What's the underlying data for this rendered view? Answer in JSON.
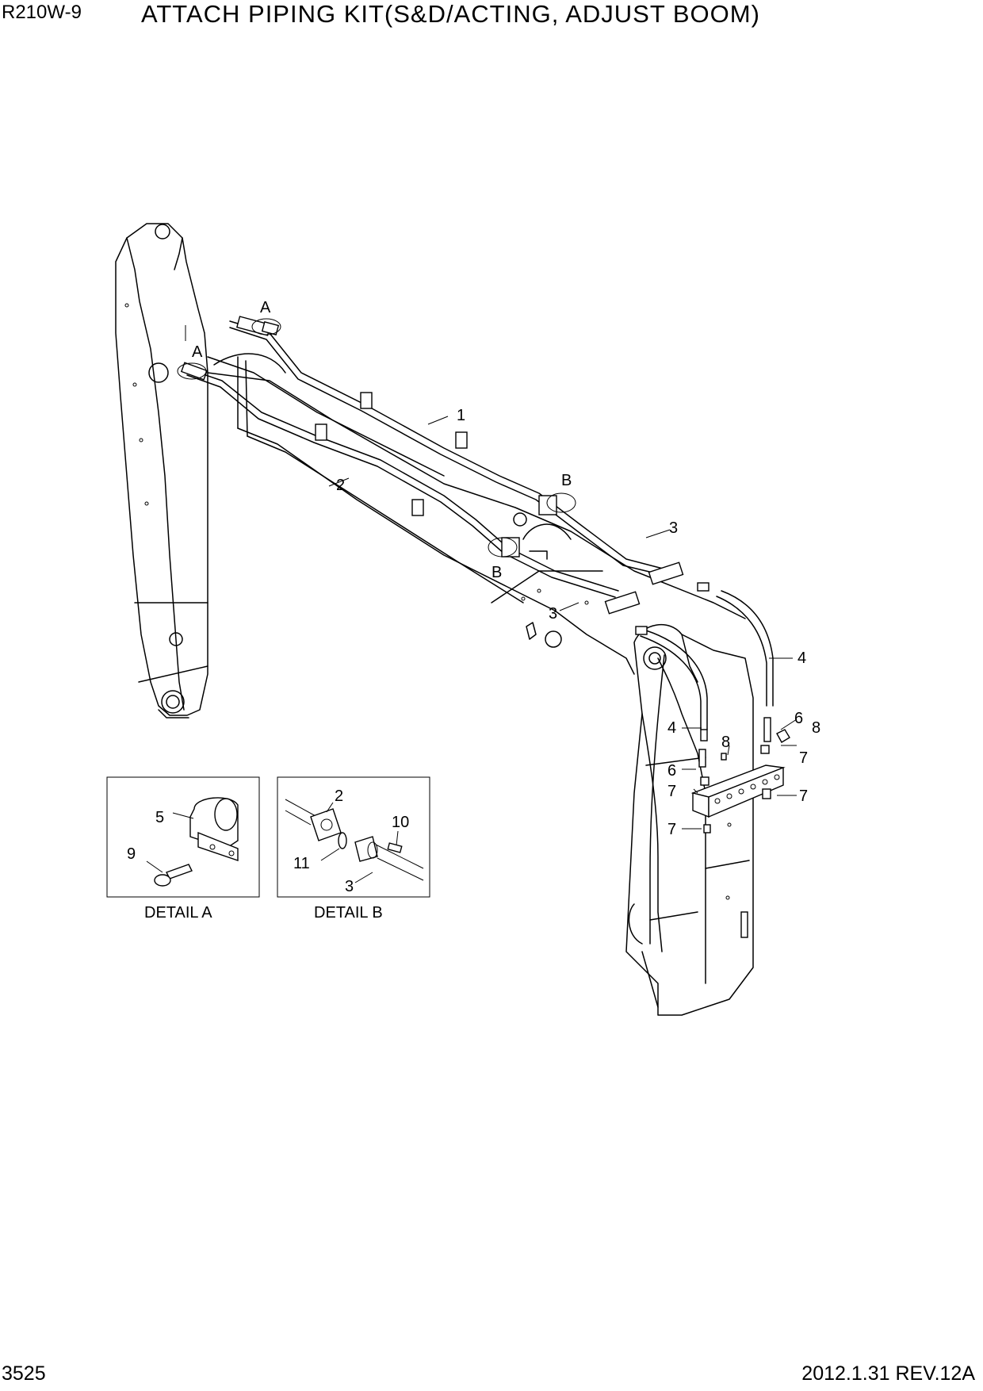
{
  "header": {
    "model": "R210W-9",
    "title": "ATTACH PIPING KIT(S&D/ACTING, ADJUST BOOM)"
  },
  "footer": {
    "page_number": "3525",
    "revision": "2012.1.31  REV.12A"
  },
  "callouts": {
    "c1": "1",
    "c2": "2",
    "c3a": "3",
    "c3b": "3",
    "c4a": "4",
    "c4b": "4",
    "c6a": "6",
    "c6b": "6",
    "c7a": "7",
    "c7b": "7",
    "c7c": "7",
    "c7d": "7",
    "c8a": "8",
    "c8b": "8",
    "A1": "A",
    "A2": "A",
    "B1": "B",
    "B2": "B"
  },
  "detail_a": {
    "caption": "DETAIL A",
    "labels": {
      "l5": "5",
      "l9": "9"
    }
  },
  "detail_b": {
    "caption": "DETAIL B",
    "labels": {
      "l2": "2",
      "l10": "10",
      "l11": "11",
      "l3": "3"
    }
  }
}
